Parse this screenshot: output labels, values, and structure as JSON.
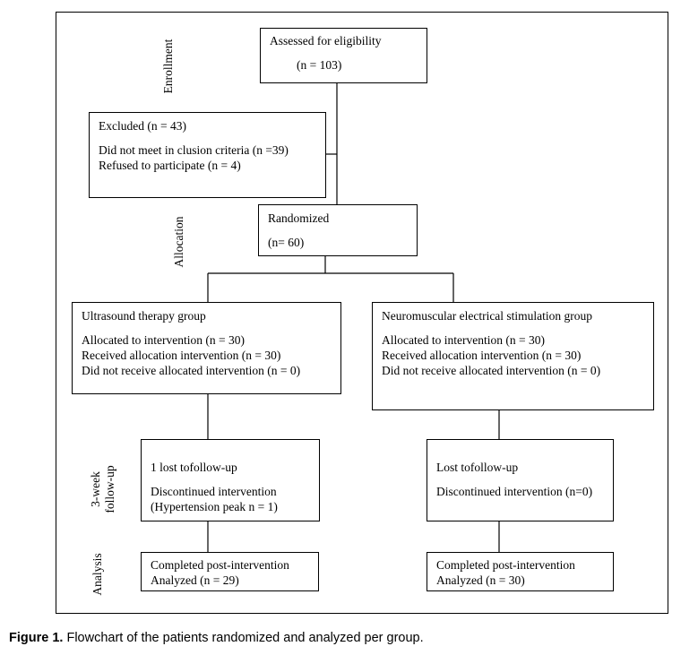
{
  "phases": {
    "enrollment": "Enrollment",
    "allocation": "Allocation",
    "followup_line1": "3-week",
    "followup_line2": "follow-up",
    "analysis": "Analysis"
  },
  "eligibility": {
    "title": "Assessed for eligibility",
    "count": "(n = 103)"
  },
  "excluded": {
    "title": "Excluded (n = 43)",
    "reason1": "Did not meet in clusion criteria (n =39)",
    "reason2": "Refused to participate (n = 4)"
  },
  "randomized": {
    "title": "Randomized",
    "count": "(n= 60)"
  },
  "ultrasound": {
    "title": "Ultrasound therapy group",
    "allocated": "Allocated to intervention (n = 30)",
    "received": "Received allocation intervention (n = 30)",
    "not_received": "Did not receive allocated intervention (n = 0)",
    "lost": "1 lost tofollow-up",
    "discontinued": "Discontinued intervention",
    "discontinued_detail": "(Hypertension peak n = 1)",
    "completed": "Completed post-intervention",
    "analyzed": "Analyzed (n = 29)"
  },
  "nmes": {
    "title": "Neuromuscular electrical stimulation group",
    "allocated": "Allocated to intervention (n = 30)",
    "received": "Received allocation intervention (n = 30)",
    "not_received": "Did not receive allocated intervention (n = 0)",
    "lost": "Lost tofollow-up",
    "discontinued": "Discontinued intervention (n=0)",
    "completed": "Completed post-intervention",
    "analyzed": "Analyzed (n = 30)"
  },
  "caption": {
    "label": "Figure 1.",
    "text": "Flowchart of the patients randomized and analyzed per group."
  }
}
